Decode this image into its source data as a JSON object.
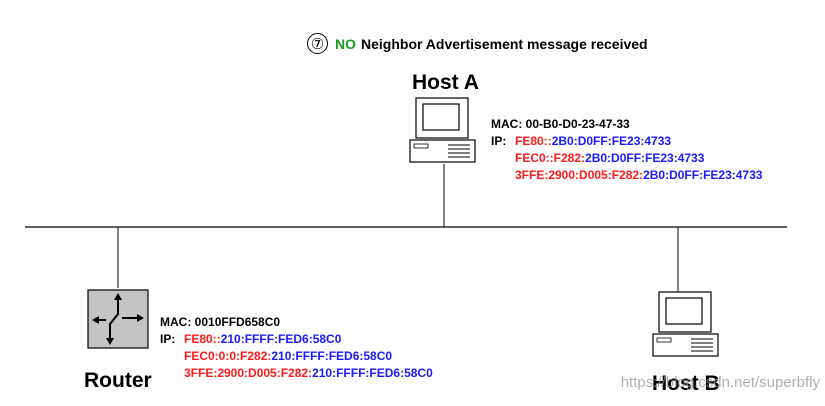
{
  "caption": {
    "step": "⑦",
    "highlight": "NO",
    "text": "Neighbor Advertisement message received"
  },
  "host_a": {
    "name": "Host A",
    "mac_label": "MAC:",
    "mac": "00-B0-D0-23-47-33",
    "ip_label": "IP:",
    "ips": [
      {
        "prefix": "FE80::",
        "suffix": "2B0:D0FF:FE23:4733"
      },
      {
        "prefix": "FEC0::F282:",
        "suffix": "2B0:D0FF:FE23:4733"
      },
      {
        "prefix": "3FFE:2900:D005:F282:",
        "suffix": "2B0:D0FF:FE23:4733"
      }
    ]
  },
  "router": {
    "name": "Router",
    "mac_label": "MAC:",
    "mac": "0010FFD658C0",
    "ip_label": "IP:",
    "ips": [
      {
        "prefix": "FE80::",
        "suffix": "210:FFFF:FED6:58C0"
      },
      {
        "prefix": "FEC0:0:0:F282:",
        "suffix": "210:FFFF:FED6:58C0"
      },
      {
        "prefix": "3FFE:2900:D005:F282:",
        "suffix": "210:FFFF:FED6:58C0"
      }
    ]
  },
  "host_b": {
    "name": "Host B"
  },
  "watermark": "https://blog.csdn.net/superbfly",
  "colors": {
    "prefix": "#ff1a1a",
    "suffix": "#1a1aff",
    "highlight": "#1a9a1a"
  }
}
